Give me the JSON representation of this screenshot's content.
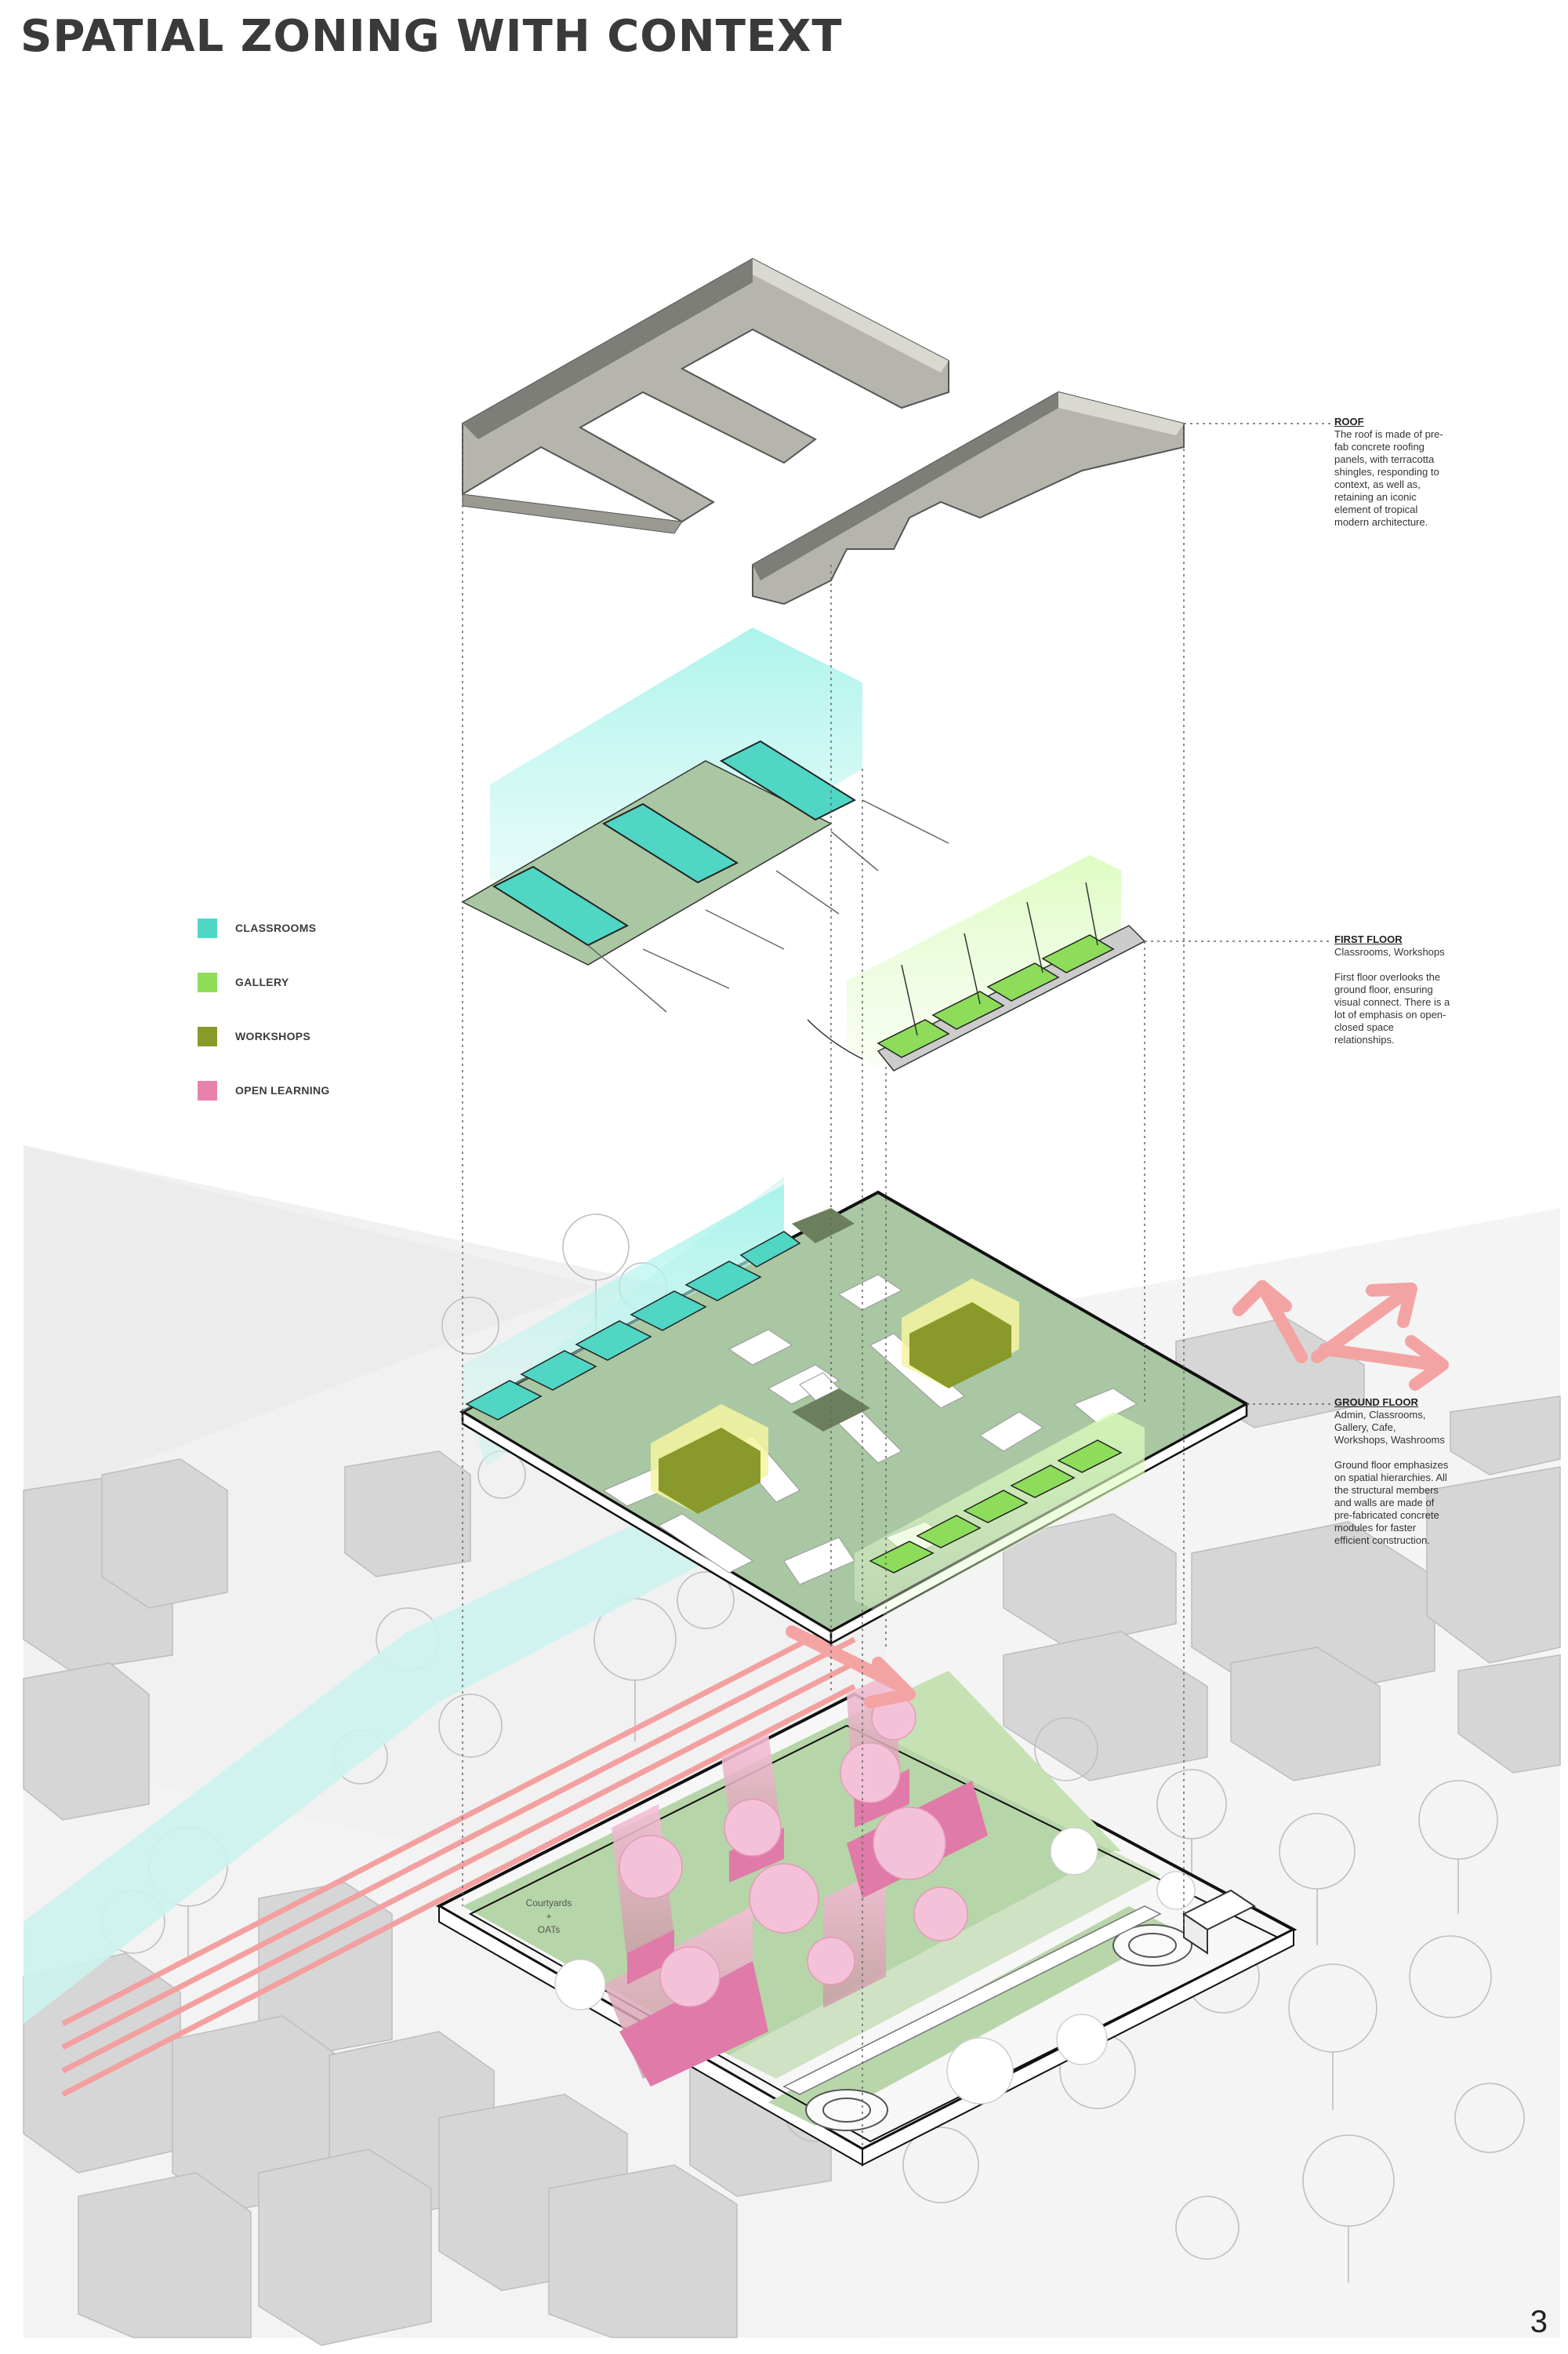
{
  "title": "SPATIAL ZONING WITH CONTEXT",
  "legend": [
    {
      "label": "CLASSROOMS",
      "color": "#4fd6c4"
    },
    {
      "label": "GALLERY",
      "color": "#8ddd5a"
    },
    {
      "label": "WORKSHOPS",
      "color": "#8a9a2a"
    },
    {
      "label": "OPEN LEARNING",
      "color": "#e882ad"
    }
  ],
  "annotations": {
    "roof": {
      "heading": "ROOF",
      "body": "The roof is made of pre-fab concrete roofing panels, with terracotta shingles, responding to context, as well as, retaining an iconic element of tropical modern architecture."
    },
    "first_floor": {
      "heading": "FIRST FLOOR",
      "subheading": "Classrooms, Workshops",
      "body": "First floor overlooks the ground floor, ensuring visual connect. There is a lot of emphasis on open-closed space relationships."
    },
    "ground_floor": {
      "heading": "GROUND FLOOR",
      "subheading": "Admin, Classrooms, Gallery, Cafe, Workshops, Washrooms",
      "body": "Ground floor emphasizes on spatial hierarchies. All the structural members and walls are made of pre-fabricated concrete modules for faster efficient construction."
    }
  },
  "site_label": {
    "line1": "Courtyards",
    "line2": "+",
    "line3": "OATs"
  },
  "page_number": "3",
  "colors": {
    "roof": "#b5b5ad",
    "roof_dark": "#7e7e78",
    "slab": "#a9c7a2",
    "context": "#d9d9d9",
    "arrow": "#f4a3a3"
  }
}
